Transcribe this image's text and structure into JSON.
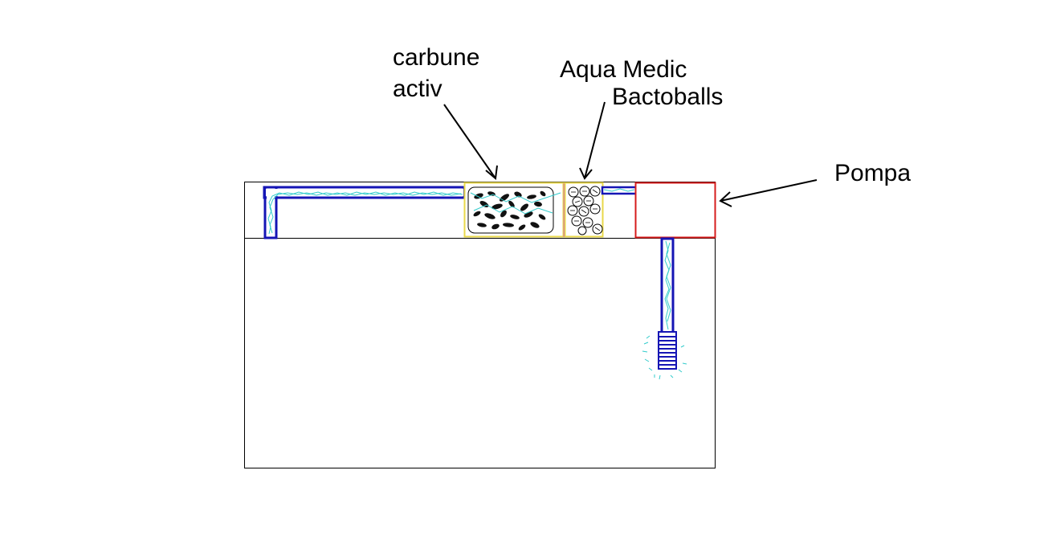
{
  "labels": {
    "carbon_line1": "carbune",
    "carbon_line2": "activ",
    "bacto_line1": "Aqua Medic",
    "bacto_line2": "Bactoballs",
    "pump": "Pompa"
  },
  "colors": {
    "outline": "#000000",
    "pipe": "#1515b5",
    "water": "#33cccc",
    "compartment_border": "#e8d84a",
    "divider": "#cc44cc",
    "pump_border": "#d61c1c",
    "carbon": "#111111"
  }
}
